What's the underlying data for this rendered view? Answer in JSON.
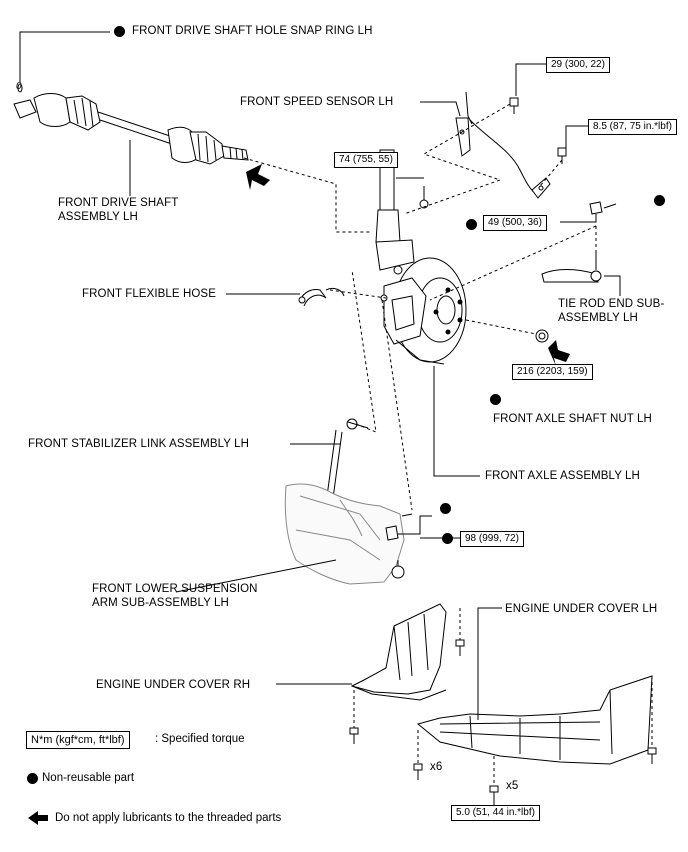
{
  "labels": {
    "snap_ring": "FRONT DRIVE SHAFT HOLE SNAP RING LH",
    "speed_sensor": "FRONT SPEED SENSOR LH",
    "drive_shaft_1": "FRONT DRIVE SHAFT",
    "drive_shaft_2": "ASSEMBLY LH",
    "flex_hose": "FRONT FLEXIBLE HOSE",
    "tie_rod_1": "TIE ROD END SUB-",
    "tie_rod_2": "ASSEMBLY LH",
    "axle_nut": "FRONT AXLE SHAFT NUT LH",
    "stab_link": "FRONT STABILIZER LINK ASSEMBLY LH",
    "axle_assy": "FRONT AXLE ASSEMBLY LH",
    "lower_arm_1": "FRONT LOWER SUSPENSION",
    "lower_arm_2": "ARM SUB-ASSEMBLY LH",
    "cover_lh": "ENGINE UNDER COVER LH",
    "cover_rh": "ENGINE UNDER COVER RH",
    "qty_x6": "x6",
    "qty_x5": "x5",
    "snap_ring_tag": "0"
  },
  "torques": {
    "t29": "29 (300, 22)",
    "t85": "8.5 (87, 75 in.*lbf)",
    "t74": "74 (755, 55)",
    "t49": "49 (500, 36)",
    "t216": "216 (2203, 159)",
    "t98": "98 (999, 72)",
    "t50": "5.0 (51, 44 in.*lbf)"
  },
  "legend": {
    "torque_box": "N*m (kgf*cm, ft*lbf)",
    "torque_text": ": Specified torque",
    "non_reusable": "Non-reusable part",
    "no_lube": "Do not apply lubricants to the threaded parts"
  }
}
